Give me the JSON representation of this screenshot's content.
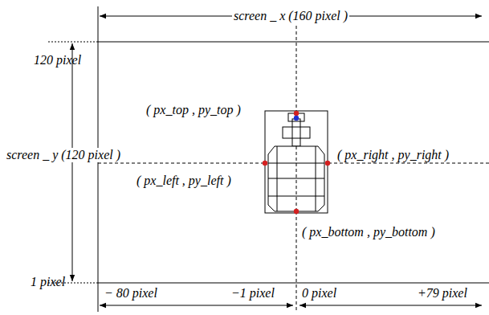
{
  "diagram": {
    "labels": [
      "screen _ x (160 pixel )",
      "120 pixel",
      "screen _ y (120 pixel )",
      "1 pixel",
      "( px_top , py_top )",
      "( px_right , py_right )",
      "( px_left , py_left )",
      "( px_bottom , py_bottom )",
      "− 80 pixel",
      "−1 pixel",
      "0 pixel",
      "+79 pixel"
    ]
  }
}
